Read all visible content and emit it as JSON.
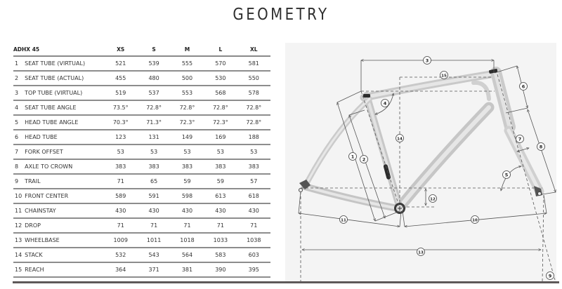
{
  "page": {
    "title": "GEOMETRY"
  },
  "table": {
    "model": "ADHX 45",
    "sizes": [
      "XS",
      "S",
      "M",
      "L",
      "XL"
    ],
    "rows": [
      {
        "n": "1",
        "label": "SEAT TUBE (VIRTUAL)",
        "values": [
          "521",
          "539",
          "555",
          "570",
          "581"
        ]
      },
      {
        "n": "2",
        "label": "SEAT TUBE (ACTUAL)",
        "values": [
          "455",
          "480",
          "500",
          "530",
          "550"
        ]
      },
      {
        "n": "3",
        "label": "TOP TUBE (VIRTUAL)",
        "values": [
          "519",
          "537",
          "553",
          "568",
          "578"
        ]
      },
      {
        "n": "4",
        "label": "SEAT TUBE ANGLE",
        "values": [
          "73.5°",
          "72.8°",
          "72.8°",
          "72.8°",
          "72.8°"
        ]
      },
      {
        "n": "5",
        "label": "HEAD TUBE ANGLE",
        "values": [
          "70.3°",
          "71.3°",
          "72.3°",
          "72.3°",
          "72.8°"
        ]
      },
      {
        "n": "6",
        "label": "HEAD TUBE",
        "values": [
          "123",
          "131",
          "149",
          "169",
          "188"
        ]
      },
      {
        "n": "7",
        "label": "FORK OFFSET",
        "values": [
          "53",
          "53",
          "53",
          "53",
          "53"
        ]
      },
      {
        "n": "8",
        "label": "AXLE TO CROWN",
        "values": [
          "383",
          "383",
          "383",
          "383",
          "383"
        ]
      },
      {
        "n": "9",
        "label": "TRAIL",
        "values": [
          "71",
          "65",
          "59",
          "59",
          "57"
        ]
      },
      {
        "n": "10",
        "label": "FRONT CENTER",
        "values": [
          "589",
          "591",
          "598",
          "613",
          "618"
        ]
      },
      {
        "n": "11",
        "label": "CHAINSTAY",
        "values": [
          "430",
          "430",
          "430",
          "430",
          "430"
        ]
      },
      {
        "n": "12",
        "label": "DROP",
        "values": [
          "71",
          "71",
          "71",
          "71",
          "71"
        ]
      },
      {
        "n": "13",
        "label": "WHEELBASE",
        "values": [
          "1009",
          "1011",
          "1018",
          "1033",
          "1038"
        ]
      },
      {
        "n": "14",
        "label": "STACK",
        "values": [
          "532",
          "543",
          "564",
          "583",
          "603"
        ]
      },
      {
        "n": "15",
        "label": "REACH",
        "values": [
          "364",
          "371",
          "381",
          "390",
          "395"
        ]
      }
    ]
  },
  "diagram": {
    "callouts": [
      "1",
      "2",
      "3",
      "4",
      "5",
      "6",
      "7",
      "8",
      "9",
      "10",
      "11",
      "12",
      "13",
      "14",
      "15"
    ],
    "colors": {
      "panel_bg": "#f4f4f4",
      "frame": "#d6d6d6",
      "frame_edge": "#b9b9b9",
      "dim_line": "#555555",
      "dark_parts": "#2c2c2c"
    }
  }
}
